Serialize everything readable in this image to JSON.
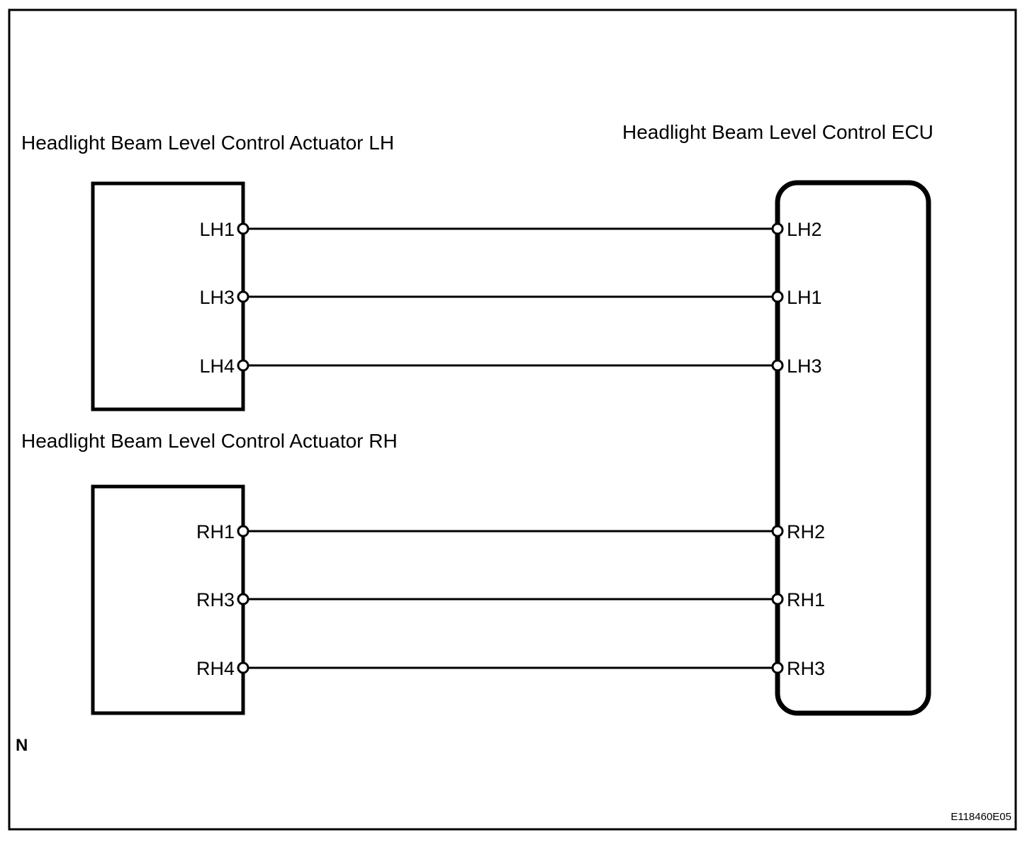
{
  "diagram": {
    "kind": "wiring-diagram",
    "colors": {
      "line": "#000000",
      "background": "#ffffff",
      "terminal_fill": "#ffffff"
    },
    "components": {
      "actuator_lh": {
        "title": "Headlight Beam Level Control Actuator LH"
      },
      "actuator_rh": {
        "title": "Headlight Beam Level Control Actuator RH"
      },
      "ecu": {
        "title": "Headlight Beam Level Control ECU"
      }
    },
    "connections": [
      {
        "left_pin": "LH1",
        "right_pin": "LH2"
      },
      {
        "left_pin": "LH3",
        "right_pin": "LH1"
      },
      {
        "left_pin": "LH4",
        "right_pin": "LH3"
      },
      {
        "left_pin": "RH1",
        "right_pin": "RH2"
      },
      {
        "left_pin": "RH3",
        "right_pin": "RH1"
      },
      {
        "left_pin": "RH4",
        "right_pin": "RH3"
      }
    ],
    "annotations": {
      "note_letter": "N",
      "figure_code": "E118460E05"
    }
  }
}
